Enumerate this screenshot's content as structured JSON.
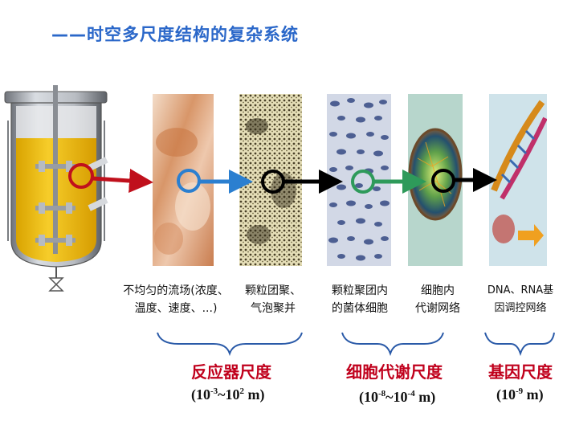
{
  "title": "——时空多尺度结构的复杂系统",
  "captions": [
    {
      "line1": "不均匀的流场(浓度、",
      "line2": "温度、速度、...)"
    },
    {
      "line1": "颗粒团聚、",
      "line2": "气泡聚并"
    },
    {
      "line1": "颗粒聚团内",
      "line2": "的菌体细胞"
    },
    {
      "line1": "细胞内",
      "line2": "代谢网络"
    },
    {
      "line1": "DNA、RNA基",
      "line2": "因调控网络"
    }
  ],
  "scales": [
    {
      "name": "反应器尺度",
      "range_base_a": "(10",
      "exp_a": "-3",
      "range_mid": "~10",
      "exp_b": "2",
      "range_tail": " m)"
    },
    {
      "name": "细胞代谢尺度",
      "range_base_a": "(10",
      "exp_a": "-8",
      "range_mid": "~10",
      "exp_b": "-4",
      "range_tail": " m)"
    },
    {
      "name": "基因尺度",
      "range_base_a": "(10",
      "exp_a": "-9",
      "range_mid": "",
      "exp_b": "",
      "range_tail": " m)"
    }
  ],
  "colors": {
    "title": "#2a67c9",
    "scale_name": "#c0001c",
    "brace": "#2a5aa8",
    "arrow_red": "#c0101c",
    "arrow_blue": "#2b7fd0",
    "arrow_black": "#000000",
    "arrow_green": "#2e9a5a"
  }
}
